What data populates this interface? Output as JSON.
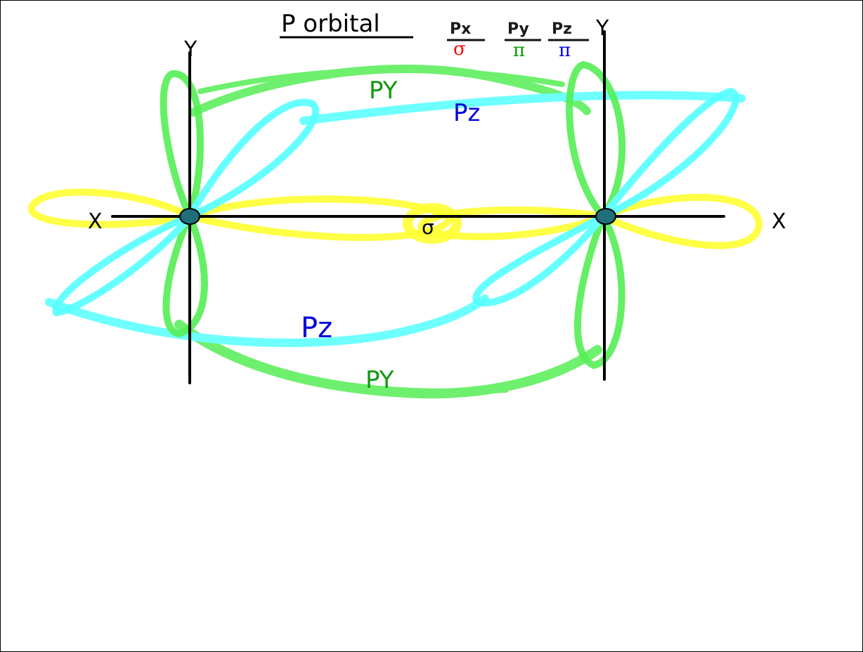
{
  "title": "P orbital",
  "legend": [
    {
      "top": "Px",
      "bottom": "σ",
      "top_color": "#1a1a1a",
      "bottom_color": "#ff0000"
    },
    {
      "top": "Py",
      "bottom": "π",
      "top_color": "#1a1a1a",
      "bottom_color": "#009900"
    },
    {
      "top": "Pz",
      "bottom": "π",
      "top_color": "#1a1a1a",
      "bottom_color": "#0000dd"
    }
  ],
  "axis_labels": {
    "left_y": "Y",
    "right_y": "Y",
    "left_x": "X",
    "right_x": "X"
  },
  "orbital_labels": {
    "py_top": "PY",
    "pz_top": "Pz",
    "sigma": "σ",
    "pz_bottom": "Pz",
    "py_bottom": "PY"
  },
  "colors": {
    "px_yellow": "#ffff33",
    "py_green": "#55ee55",
    "pz_cyan": "#55ffff",
    "label_green": "#119911",
    "label_blue": "#0000dd",
    "nucleus": "#1f6f7a"
  }
}
